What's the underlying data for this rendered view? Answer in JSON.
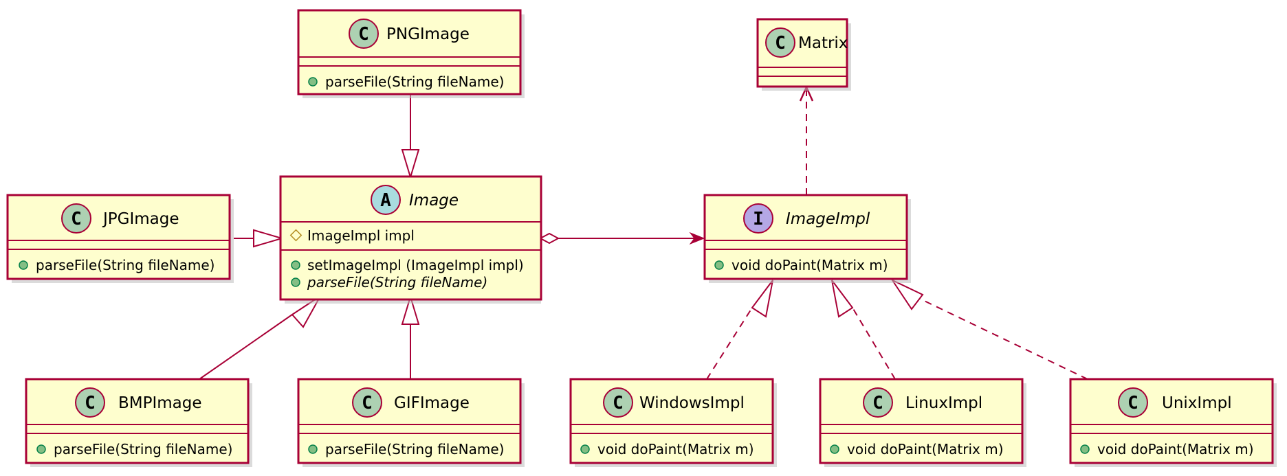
{
  "diagram": {
    "classes": {
      "png": {
        "name": "PNGImage",
        "members": [
          "parseFile(String fileName)"
        ]
      },
      "matrix": {
        "name": "Matrix",
        "members": []
      },
      "jpg": {
        "name": "JPGImage",
        "members": [
          "parseFile(String fileName)"
        ]
      },
      "image": {
        "name": "Image",
        "fields": [
          "ImageImpl impl"
        ],
        "members": [
          "setImageImpl (ImageImpl impl)",
          "parseFile(String fileName)"
        ]
      },
      "impl": {
        "name": "ImageImpl",
        "members": [
          "void doPaint(Matrix m)"
        ]
      },
      "bmp": {
        "name": "BMPImage",
        "members": [
          "parseFile(String fileName)"
        ]
      },
      "gif": {
        "name": "GIFImage",
        "members": [
          "parseFile(String fileName)"
        ]
      },
      "windows": {
        "name": "WindowsImpl",
        "members": [
          "void doPaint(Matrix m)"
        ]
      },
      "linux": {
        "name": "LinuxImpl",
        "members": [
          "void doPaint(Matrix m)"
        ]
      },
      "unix": {
        "name": "UnixImpl",
        "members": [
          "void doPaint(Matrix m)"
        ]
      }
    },
    "stereotype_letters": {
      "class": "C",
      "abstract": "A",
      "interface": "I"
    },
    "colors": {
      "box_fill": "#FEFECE",
      "border": "#A80036",
      "class_circle": "#ADD1B2",
      "abstract_circle": "#A9DCDF",
      "interface_circle": "#B4A7E5"
    }
  }
}
